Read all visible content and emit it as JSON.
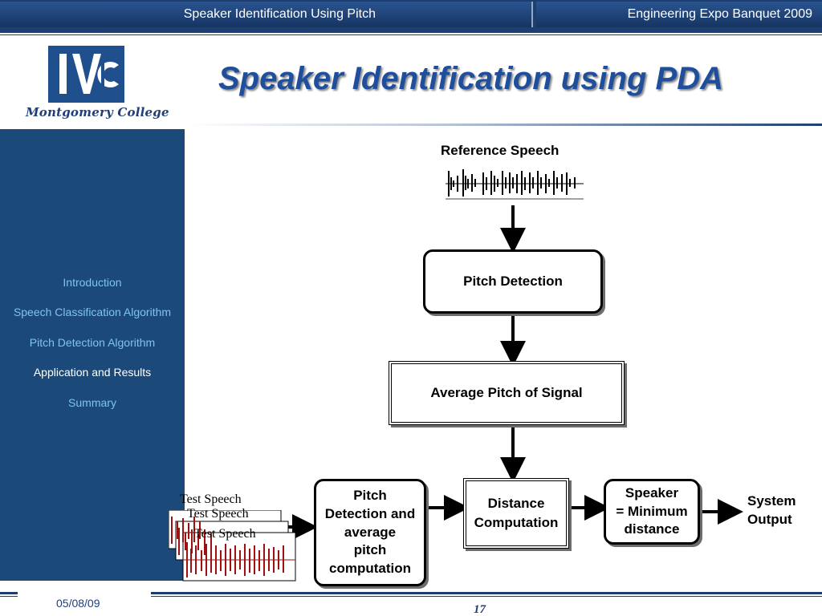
{
  "header": {
    "left_title": "Speaker Identification Using Pitch",
    "right_title": "Engineering Expo Banquet 2009"
  },
  "logo": {
    "caption": "Montgomery College"
  },
  "slide": {
    "title": "Speaker Identification using PDA"
  },
  "sidebar": {
    "items": [
      {
        "label": "Introduction",
        "active": false
      },
      {
        "label": "Speech Classification Algorithm",
        "active": false
      },
      {
        "label": "Pitch Detection Algorithm",
        "active": false
      },
      {
        "label": "Application and Results",
        "active": true
      },
      {
        "label": "Summary",
        "active": false
      }
    ]
  },
  "diagram": {
    "reference_speech": "Reference Speech",
    "pitch_detection": "Pitch Detection",
    "average_pitch": "Average Pitch of Signal",
    "pitch_detection_average_line1": "Pitch",
    "pitch_detection_average_line2": "Detection and",
    "pitch_detection_average_line3": "average",
    "pitch_detection_average_line4": "pitch",
    "pitch_detection_average_line5": "computation",
    "distance_line1": "Distance",
    "distance_line2": "Computation",
    "speaker_line1": "Speaker",
    "speaker_line2": "= Minimum",
    "speaker_line3": "distance",
    "system_output_line1": "System",
    "system_output_line2": "Output",
    "test_speech_1": "Test Speech",
    "test_speech_2": "Test Speech",
    "test_speech_3": "Test Speech"
  },
  "footer": {
    "date": "05/08/09",
    "page_number": "17"
  },
  "colors": {
    "navy": "#1e3f6e",
    "sidebar": "#1b4a7a",
    "nav_link": "#7ec3f2",
    "title": "#1f4f9c",
    "waveform_red": "#a01010"
  }
}
